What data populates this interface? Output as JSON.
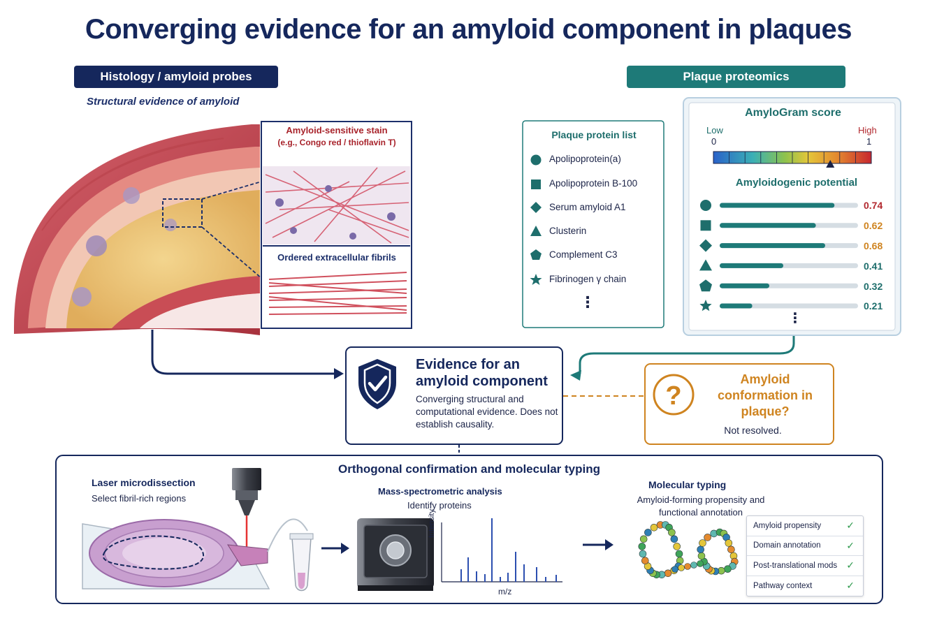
{
  "title": "Converging evidence for an amyloid component in plaques",
  "histology": {
    "header": "Histology / amyloid probes",
    "subtitle": "Structural evidence of amyloid",
    "stain_title": "Amyloid-sensitive stain",
    "stain_sub": "(e.g., Congo red / thioflavin T)",
    "fibrils_label": "Ordered extracellular fibrils"
  },
  "proteomics": {
    "header": "Plaque proteomics",
    "list_title": "Plaque protein list",
    "proteins": [
      {
        "name": "Apolipoprotein(a)",
        "icon": "circle-icon"
      },
      {
        "name": "Apolipoprotein B-100",
        "icon": "square-icon"
      },
      {
        "name": "Serum amyloid A1",
        "icon": "diamond-icon"
      },
      {
        "name": "Clusterin",
        "icon": "triangle-icon"
      },
      {
        "name": "Complement C3",
        "icon": "pentagon-icon"
      },
      {
        "name": "Fibrinogen γ chain",
        "icon": "star-icon"
      }
    ],
    "list_more": "⋮",
    "amylogram_title": "AmyloGram score",
    "scale_low": "Low",
    "scale_low_value": "0",
    "scale_high": "High",
    "scale_high_value": "1",
    "marker_position": 0.74,
    "potential_title": "Amyloidogenic potential",
    "scores": [
      {
        "value": 0.74,
        "label": "0.74",
        "color": "#b2292f",
        "icon": "circle-icon"
      },
      {
        "value": 0.62,
        "label": "0.62",
        "color": "#cf8420",
        "icon": "square-icon"
      },
      {
        "value": 0.68,
        "label": "0.68",
        "color": "#cf8420",
        "icon": "diamond-icon"
      },
      {
        "value": 0.41,
        "label": "0.41",
        "color": "#1e6e6c",
        "icon": "triangle-icon"
      },
      {
        "value": 0.32,
        "label": "0.32",
        "color": "#1e6e6c",
        "icon": "pentagon-icon"
      },
      {
        "value": 0.21,
        "label": "0.21",
        "color": "#1e6e6c",
        "icon": "star-icon"
      }
    ],
    "scores_more": "⋮"
  },
  "evidence": {
    "title": "Evidence for an amyloid component",
    "description": "Converging structural and computational evidence. Does not establish causality."
  },
  "question": {
    "title": "Amyloid conformation in plaque?",
    "description": "Not resolved."
  },
  "bottom": {
    "title": "Orthogonal confirmation and molecular typing",
    "laser_title": "Laser microdissection",
    "laser_desc": "Select fibril-rich regions",
    "mass_title": "Mass-spectrometric analysis",
    "mass_desc": "Identify proteins",
    "intensity_label": "Intensity",
    "mz_label": "m/z",
    "molecular_title": "Molecular typing",
    "molecular_desc": "Amyloid-forming propensity and functional annotation",
    "checklist": [
      "Amyloid propensity",
      "Domain annotation",
      "Post-translational mods",
      "Pathway context"
    ]
  },
  "colors": {
    "navy": "#15275c",
    "teal": "#1e7a78",
    "red": "#b2292f",
    "orange": "#cf8420",
    "check": "#2f9a4e"
  }
}
